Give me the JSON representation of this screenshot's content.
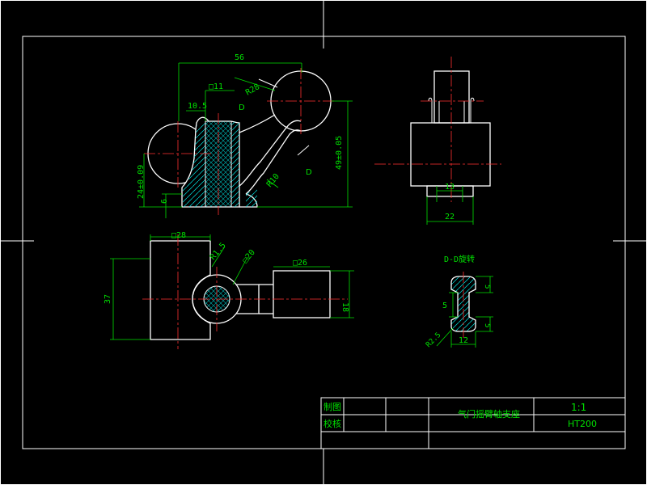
{
  "colors": {
    "background": "#000000",
    "outline": "#ffffff",
    "dimension": "#00e000",
    "centerline": "#ff3030",
    "hatch": "#00b8b8",
    "cut_hatch": "#00e8e8"
  },
  "dimensions": {
    "front_width": "56",
    "front_sq11": "□11",
    "front_r28": "R28",
    "front_d_top": "D",
    "front_d_bottom": "D",
    "front_10_5": "10.5",
    "front_24": "24±0.09",
    "front_6": "6",
    "front_49": "49±0.05",
    "front_r10": "R10",
    "side_13": "13",
    "side_22": "22",
    "top_sq28": "□28",
    "top_r1_5": "R1.5",
    "top_sq20": "□20",
    "top_sq26": "□26",
    "top_37": "37",
    "top_18": "18",
    "sec_title": "D-D旋转",
    "sec_5a": "5",
    "sec_5b": "5",
    "sec_5c": "5",
    "sec_12": "12",
    "sec_r2_5": "R2.5"
  },
  "title_block": {
    "drawn_label": "制图",
    "checked_label": "校核",
    "part_name": "气门摇臂轴支座",
    "scale": "1:1",
    "material": "HT200"
  }
}
